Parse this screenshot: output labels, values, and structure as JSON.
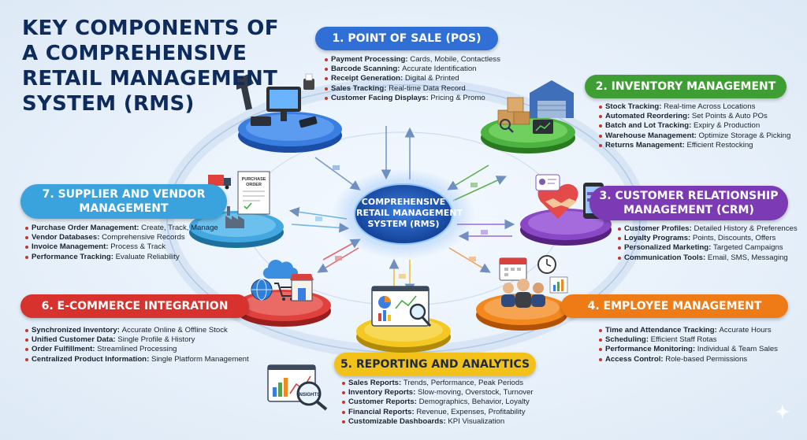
{
  "title_lines": [
    "KEY COMPONENTS OF",
    "A COMPREHENSIVE",
    "RETAIL MANAGEMENT",
    "SYSTEM (RMS)"
  ],
  "hub_lines": [
    "COMPREHENSIVE",
    "RETAIL MANAGEMENT",
    "SYSTEM (RMS)"
  ],
  "colors": {
    "pos": "#2f6fd6",
    "inventory": "#3f9e33",
    "crm": "#7c3bb5",
    "employee": "#ef7b16",
    "reporting": "#f2c21a",
    "ecommerce": "#d8322f",
    "supplier": "#3aa3de",
    "hub": "#1a4fb5",
    "title": "#0d2b5c"
  },
  "components": {
    "pos": {
      "title": "1. POINT OF SALE (POS)",
      "items": [
        {
          "k": "Payment Processing",
          "v": "Cards, Mobile, Contactless"
        },
        {
          "k": "Barcode Scanning",
          "v": "Accurate Identification"
        },
        {
          "k": "Receipt Generation",
          "v": "Digital & Printed"
        },
        {
          "k": "Sales Tracking",
          "v": "Real-time Data Record"
        },
        {
          "k": "Customer Facing Displays",
          "v": "Pricing & Promo"
        }
      ]
    },
    "inventory": {
      "title": "2. INVENTORY MANAGEMENT",
      "items": [
        {
          "k": "Stock Tracking",
          "v": "Real-time Across Locations"
        },
        {
          "k": "Automated Reordering",
          "v": "Set Points & Auto POs"
        },
        {
          "k": "Batch and Lot Tracking",
          "v": "Expiry & Production"
        },
        {
          "k": "Warehouse Management",
          "v": "Optimize Storage & Picking"
        },
        {
          "k": "Returns Management",
          "v": "Efficient Restocking"
        }
      ]
    },
    "crm": {
      "title_lines": [
        "3. CUSTOMER RELATIONSHIP",
        "MANAGEMENT (CRM)"
      ],
      "items": [
        {
          "k": "Customer Profiles",
          "v": "Detailed History & Preferences"
        },
        {
          "k": "Loyalty Programs",
          "v": "Points, Discounts, Offers"
        },
        {
          "k": "Personalized Marketing",
          "v": "Targeted Campaigns"
        },
        {
          "k": "Communication Tools",
          "v": "Email, SMS, Messaging"
        }
      ]
    },
    "employee": {
      "title": "4. EMPLOYEE MANAGEMENT",
      "items": [
        {
          "k": "Time and Attendance Tracking",
          "v": "Accurate Hours"
        },
        {
          "k": "Scheduling",
          "v": "Efficient Staff Rotas"
        },
        {
          "k": "Performance Monitoring",
          "v": "Individual & Team Sales"
        },
        {
          "k": "Access Control",
          "v": "Role-based Permissions"
        }
      ]
    },
    "reporting": {
      "title": "5. REPORTING AND ANALYTICS",
      "icon_label": "INSIGHTS",
      "items": [
        {
          "k": "Sales Reports",
          "v": "Trends, Performance, Peak Periods"
        },
        {
          "k": "Inventory Reports",
          "v": "Slow-moving, Overstock, Turnover"
        },
        {
          "k": "Customer Reports",
          "v": "Demographics, Behavior, Loyalty"
        },
        {
          "k": "Financial Reports",
          "v": "Revenue, Expenses, Profitability"
        },
        {
          "k": "Customizable Dashboards",
          "v": "KPI Visualization"
        }
      ]
    },
    "ecommerce": {
      "title": "6. E-COMMERCE INTEGRATION",
      "items": [
        {
          "k": "Synchronized Inventory",
          "v": "Accurate Online & Offline Stock"
        },
        {
          "k": "Unified Customer Data",
          "v": "Single Profile & History"
        },
        {
          "k": "Order Fulfillment",
          "v": "Streamlined Processing"
        },
        {
          "k": "Centralized Product Information",
          "v": "Single Platform Management"
        }
      ]
    },
    "supplier": {
      "title_lines": [
        "7. SUPPLIER AND VENDOR",
        "MANAGEMENT"
      ],
      "icon_label_lines": [
        "PURCHASE",
        "ORDER"
      ],
      "items": [
        {
          "k": "Purchase Order Management",
          "v": "Create, Track, Manage"
        },
        {
          "k": "Vendor Databases",
          "v": "Comprehensive Records"
        },
        {
          "k": "Invoice Management",
          "v": "Process & Track"
        },
        {
          "k": "Performance Tracking",
          "v": "Evaluate Reliability"
        }
      ]
    }
  }
}
